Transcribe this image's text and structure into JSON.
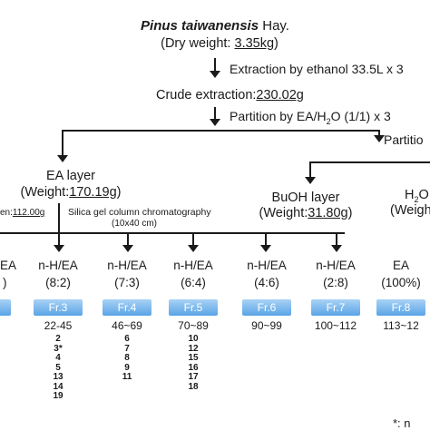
{
  "source": {
    "species": "Pinus taiwanensis",
    "author": "Hay.",
    "dry_weight_label": "(Dry weight: ",
    "dry_weight_value": "3.35kg",
    "dry_weight_close": ")"
  },
  "step1": {
    "label": "Extraction by ethanol  33.5L x 3"
  },
  "crude": {
    "label": "Crude extraction:",
    "value": "230.02g"
  },
  "step2": {
    "label": "Partition by EA/H",
    "sub": "2",
    "label_tail": "O (1/1) x 3"
  },
  "partition_right": {
    "label": "Partitio"
  },
  "ea_layer": {
    "title": "EA layer",
    "weight_label": "(Weight:",
    "weight_value": "170.19g",
    "weight_close": ")"
  },
  "left_frag": {
    "label": "en:",
    "value": "112.00g"
  },
  "silica": {
    "label": "Silica gel column chromatography",
    "dims": "(10x40 cm)"
  },
  "buoh": {
    "title": "BuOH layer",
    "weight_label": "(Weight:",
    "weight_value": "31.80g",
    "weight_close": ")"
  },
  "h2o": {
    "title": "H",
    "sub": "2",
    "title_tail": "O",
    "weight": "(Weigh"
  },
  "first_col": {
    "line1": "EA",
    "line2": ")"
  },
  "fractions": [
    {
      "solvent": "n-H/EA",
      "ratio": "(8:2)",
      "label": "Fr.3",
      "range": "22-45",
      "compounds": [
        "2",
        "3*",
        "4",
        "5",
        "13",
        "14",
        "19"
      ]
    },
    {
      "solvent": "n-H/EA",
      "ratio": "(7:3)",
      "label": "Fr.4",
      "range": "46~69",
      "compounds": [
        "6",
        "7",
        "8",
        "9",
        "11"
      ]
    },
    {
      "solvent": "n-H/EA",
      "ratio": "(6:4)",
      "label": "Fr.5",
      "range": "70~89",
      "compounds": [
        "10",
        "12",
        "15",
        "16",
        "17",
        "18"
      ]
    },
    {
      "solvent": "n-H/EA",
      "ratio": "(4:6)",
      "label": "Fr.6",
      "range": "90~99",
      "compounds": []
    },
    {
      "solvent": "n-H/EA",
      "ratio": "(2:8)",
      "label": "Fr.7",
      "range": "100~112",
      "compounds": []
    },
    {
      "solvent": "EA",
      "ratio": "(100%)",
      "label": "Fr.8",
      "range": "113~12",
      "compounds": []
    }
  ],
  "footnote": {
    "label": "*: n"
  },
  "colors": {
    "fraction_top": "#a9d2f5",
    "fraction_bottom": "#5aa4e6",
    "ink": "#1a1a1a"
  }
}
